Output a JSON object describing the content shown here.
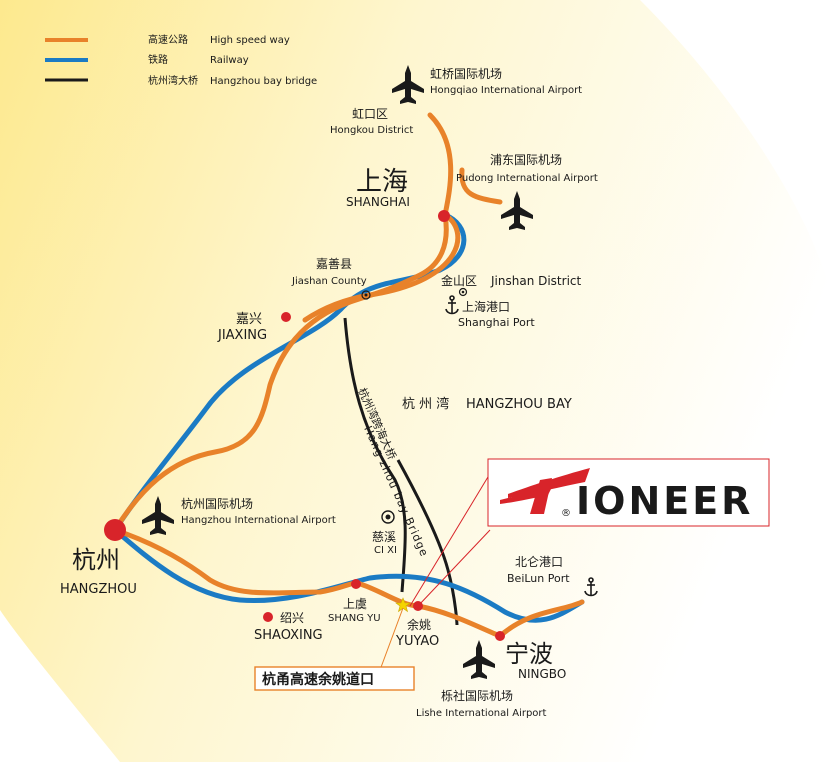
{
  "legend": {
    "items": [
      {
        "label_cn": "高速公路",
        "label_en": "High speed way",
        "color": "#e8822a"
      },
      {
        "label_cn": "铁路",
        "label_en": "Railway",
        "color": "#1b7bc4"
      },
      {
        "label_cn": "杭州湾大桥",
        "label_en": "Hangzhou bay bridge",
        "color": "#1a1a1a"
      }
    ]
  },
  "colors": {
    "highway": "#e8822a",
    "railway": "#1b7bc4",
    "bridge": "#1a1a1a",
    "city_dot": "#d8242a",
    "callout_border": "#d8242a",
    "callout_text": "#e8822a"
  },
  "places": {
    "hongqiao": {
      "cn": "虹桥国际机场",
      "en": "Hongqiao International Airport",
      "icon": "airplane-icon"
    },
    "hongkou": {
      "cn": "虹口区",
      "en": "Hongkou District"
    },
    "pudong": {
      "cn": "浦东国际机场",
      "en": "Pudong International Airport",
      "icon": "airplane-icon"
    },
    "shanghai": {
      "cn": "上海",
      "en": "SHANGHAI"
    },
    "jiashan": {
      "cn": "嘉善县",
      "en": "Jiashan County"
    },
    "jinshan": {
      "cn": "金山区",
      "en": "Jinshan District"
    },
    "shanghai_port": {
      "cn": "上海港口",
      "en": "Shanghai Port",
      "icon": "anchor-icon"
    },
    "jiaxing": {
      "cn": "嘉兴",
      "en": "JIAXING"
    },
    "hangzhou_bay": {
      "cn": "杭 州 湾",
      "en": "HANGZHOU BAY"
    },
    "bridge_label": {
      "cn": "杭州湾跨海大桥",
      "en": "Hang zhou bay Bridge"
    },
    "hangzhou_airport": {
      "cn": "杭州国际机场",
      "en": "Hangzhou International Airport",
      "icon": "airplane-icon"
    },
    "cixi": {
      "cn": "慈溪",
      "en": "CI XI"
    },
    "hangzhou": {
      "cn": "杭州",
      "en": "HANGZHOU"
    },
    "beilun_port": {
      "cn": "北仑港口",
      "en": "BeiLun Port",
      "icon": "anchor-icon"
    },
    "shangyu": {
      "cn": "上虞",
      "en": "SHANG YU"
    },
    "shaoxing": {
      "cn": "绍兴",
      "en": "SHAOXING"
    },
    "yuyao": {
      "cn": "余姚",
      "en": "YUYAO"
    },
    "ningbo": {
      "cn": "宁波",
      "en": "NINGBO"
    },
    "lishe_airport": {
      "cn": "栎社国际机场",
      "en": "Lishe International Airport",
      "icon": "airplane-icon"
    }
  },
  "logo": {
    "text": "IONEER",
    "registered": "®"
  },
  "exit_label": "杭甬高速余姚道口"
}
